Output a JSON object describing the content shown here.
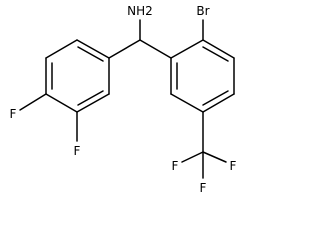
{
  "molecule": {
    "atoms": {
      "amine": "NH2",
      "bromo": "Br",
      "fluoro_para": "F",
      "fluoro_meta": "F",
      "cf3_f_left": "F",
      "cf3_f_right": "F",
      "cf3_f_bottom": "F"
    }
  }
}
